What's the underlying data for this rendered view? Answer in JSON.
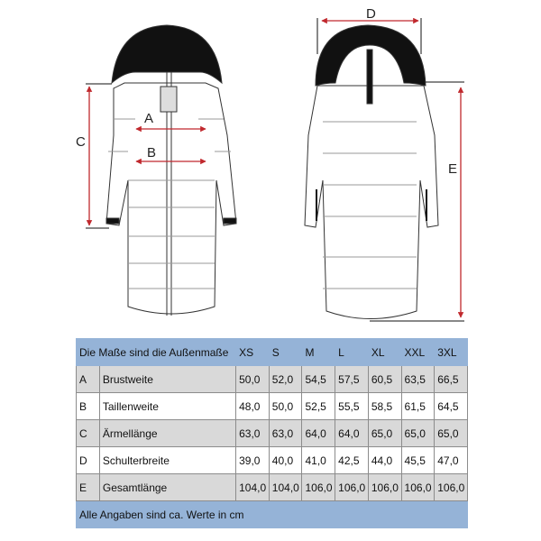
{
  "diagram": {
    "labels": {
      "a": "A",
      "b": "B",
      "c": "C",
      "d": "D",
      "e": "E"
    },
    "arrow_color": "#c0282d"
  },
  "table": {
    "header": "Die Maße sind die Außenmaße",
    "sizes": [
      "XS",
      "S",
      "M",
      "L",
      "XL",
      "XXL",
      "3XL"
    ],
    "rows": [
      {
        "key": "A",
        "name": "Brustweite",
        "values": [
          "50,0",
          "52,0",
          "54,5",
          "57,5",
          "60,5",
          "63,5",
          "66,5"
        ]
      },
      {
        "key": "B",
        "name": "Taillenweite",
        "values": [
          "48,0",
          "50,0",
          "52,5",
          "55,5",
          "58,5",
          "61,5",
          "64,5"
        ]
      },
      {
        "key": "C",
        "name": "Ärmellänge",
        "values": [
          "63,0",
          "63,0",
          "64,0",
          "64,0",
          "65,0",
          "65,0",
          "65,0"
        ]
      },
      {
        "key": "D",
        "name": "Schulterbreite",
        "values": [
          "39,0",
          "40,0",
          "41,0",
          "42,5",
          "44,0",
          "45,5",
          "47,0"
        ]
      },
      {
        "key": "E",
        "name": "Gesamtlänge",
        "values": [
          "104,0",
          "104,0",
          "106,0",
          "106,0",
          "106,0",
          "106,0",
          "106,0"
        ]
      }
    ],
    "footer": "Alle Angaben sind ca. Werte in cm",
    "header_color": "#95b3d7"
  }
}
